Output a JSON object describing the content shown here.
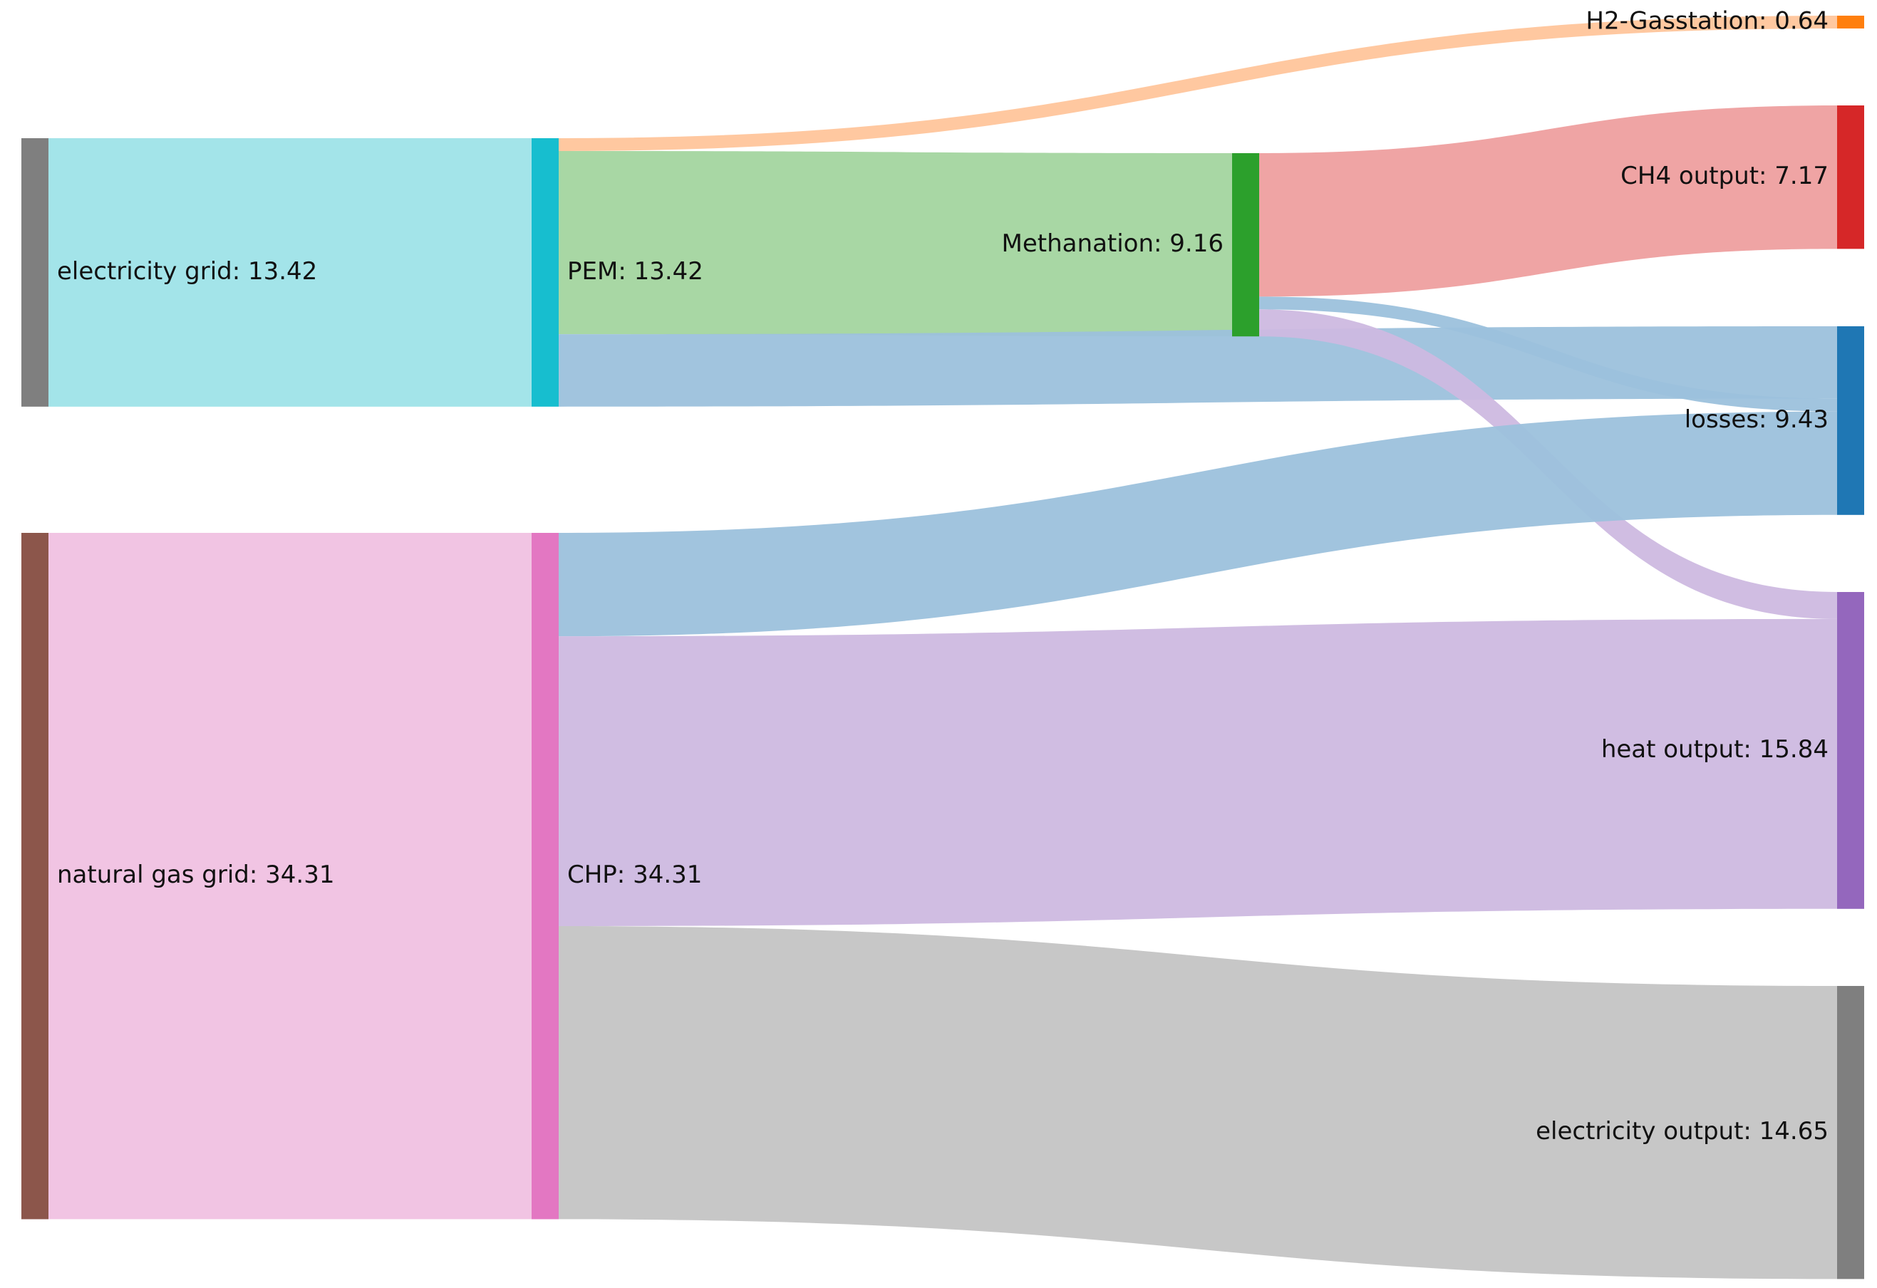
{
  "chart_data": {
    "type": "sankey",
    "unit": "",
    "nodes": [
      {
        "id": "electricity_grid",
        "label": "electricity grid: 13.42",
        "value": 13.42,
        "color": "#7f7f7f",
        "link_color": "#9ee3e8"
      },
      {
        "id": "natural_gas_grid",
        "label": "natural gas grid: 34.31",
        "value": 34.31,
        "color": "#8c564b",
        "link_color": "#f0c1e1"
      },
      {
        "id": "PEM",
        "label": "PEM: 13.42",
        "value": 13.42,
        "color": "#17becf"
      },
      {
        "id": "CHP",
        "label": "CHP: 34.31",
        "value": 34.31,
        "color": "#e377c2"
      },
      {
        "id": "Methanation",
        "label": "Methanation: 9.16",
        "value": 9.16,
        "color": "#2ca02c"
      },
      {
        "id": "H2_gasstation",
        "label": "H2-Gasstation: 0.64",
        "value": 0.64,
        "color": "#ff7f0e"
      },
      {
        "id": "CH4_output",
        "label": "CH4 output: 7.17",
        "value": 7.17,
        "color": "#d62728"
      },
      {
        "id": "losses",
        "label": "losses: 9.43",
        "value": 9.43,
        "color": "#1f77b4"
      },
      {
        "id": "heat_output",
        "label": "heat output: 15.84",
        "value": 15.84,
        "color": "#9467bd"
      },
      {
        "id": "electricity_output",
        "label": "electricity output: 14.65",
        "value": 14.65,
        "color": "#7f7f7f"
      }
    ],
    "links": [
      {
        "source": "electricity_grid",
        "target": "PEM",
        "value": 13.42,
        "color": "#9ee3e8"
      },
      {
        "source": "natural_gas_grid",
        "target": "CHP",
        "value": 34.31,
        "color": "#f0c1e1"
      },
      {
        "source": "PEM",
        "target": "H2_gasstation",
        "value": 0.64,
        "color": "#ffc59b"
      },
      {
        "source": "PEM",
        "target": "Methanation",
        "value": 9.16,
        "color": "#a3d59f"
      },
      {
        "source": "PEM",
        "target": "losses",
        "value": 3.62,
        "color": "#9cc1dc"
      },
      {
        "source": "Methanation",
        "target": "CH4_output",
        "value": 7.17,
        "color": "#ee9f9f"
      },
      {
        "source": "Methanation",
        "target": "losses",
        "value": 0.64,
        "color": "#9cc1dc"
      },
      {
        "source": "Methanation",
        "target": "heat_output",
        "value": 1.35,
        "color": "#cdb9e0"
      },
      {
        "source": "CHP",
        "target": "losses",
        "value": 5.17,
        "color": "#9cc1dc"
      },
      {
        "source": "CHP",
        "target": "heat_output",
        "value": 14.49,
        "color": "#cdb9e0"
      },
      {
        "source": "CHP",
        "target": "electricity_output",
        "value": 14.65,
        "color": "#c4c4c4"
      }
    ]
  }
}
